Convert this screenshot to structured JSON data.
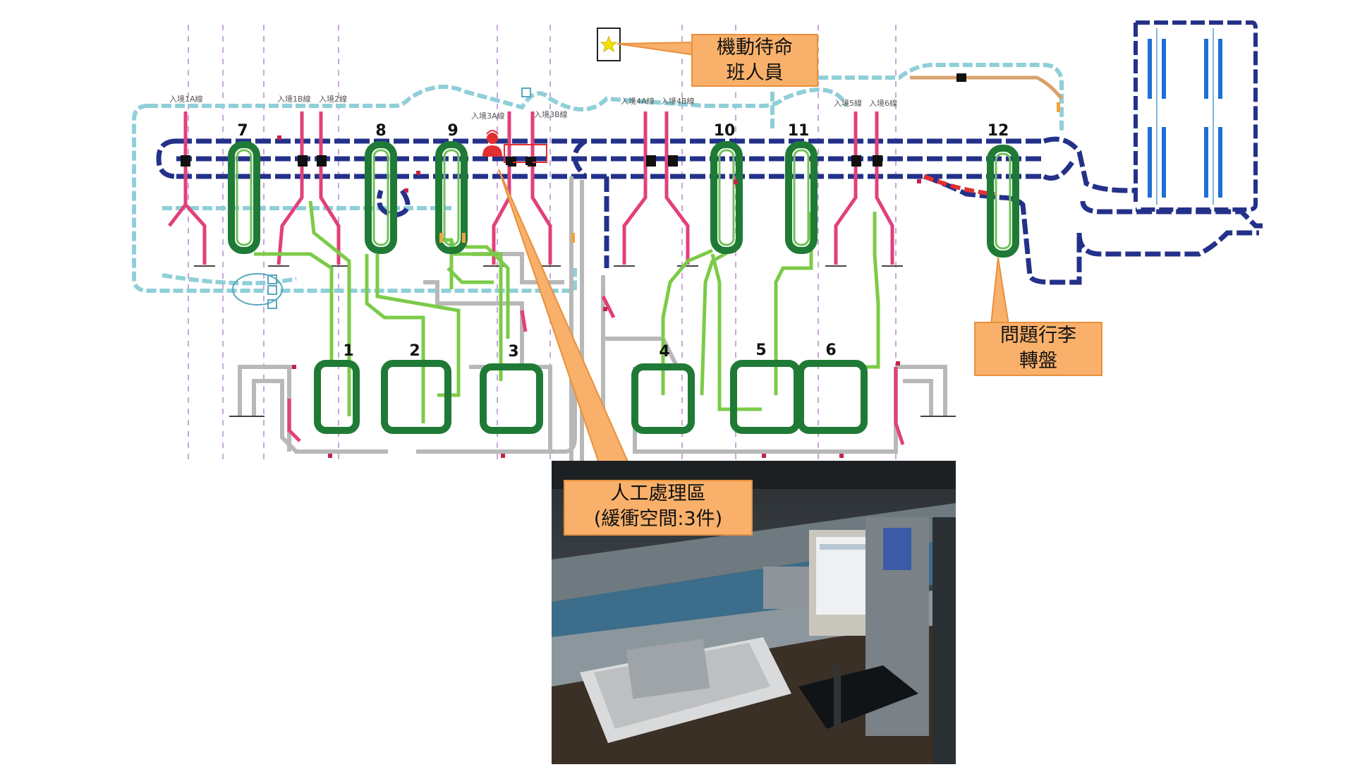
{
  "diagram": {
    "carousel_numbers": [
      "1",
      "2",
      "3",
      "4",
      "5",
      "6",
      "7",
      "8",
      "9",
      "10",
      "11",
      "12"
    ],
    "line_labels": [
      "入境1A線",
      "入境1B線",
      "入境2線",
      "入境3A線",
      "入境3B線",
      "入境4A線",
      "入境4B線",
      "入境5線",
      "入境6線"
    ],
    "colors": {
      "main_loop": "#24318a",
      "return_loop": "#8fcfd8",
      "induction_line": "#e2407a",
      "carousel": "#1f7a36",
      "feeder": "#7ccb48",
      "reclaim": "#b8b8b8",
      "callout_fill": "#f8b06a",
      "marker": "#e23030"
    }
  },
  "callouts": {
    "standby": {
      "line1": "機動待命",
      "line2": "班人員",
      "icon": "star-icon"
    },
    "problem": {
      "line1": "問題行李",
      "line2": "轉盤"
    },
    "manual": {
      "line1": "人工處理區",
      "line2": "(緩衝空間:3件)"
    }
  },
  "worker_icon": "person-icon"
}
